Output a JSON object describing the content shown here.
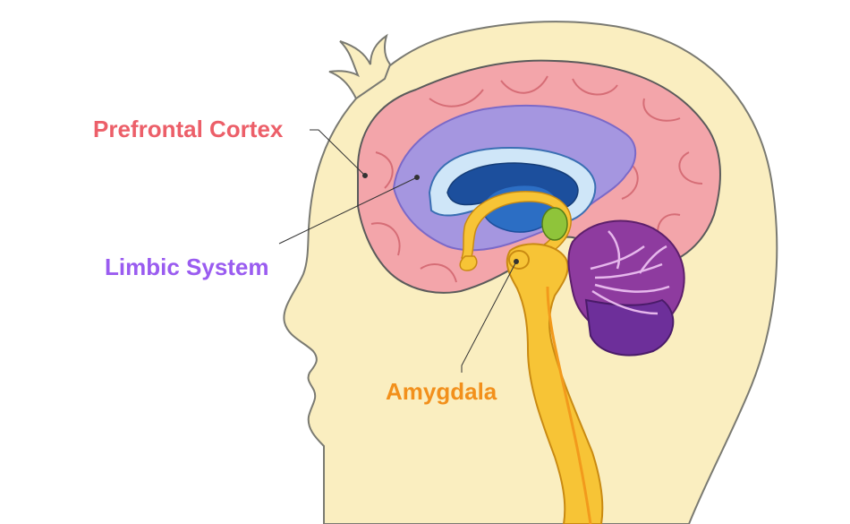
{
  "labels": {
    "prefrontal_cortex": "Prefrontal Cortex",
    "limbic_system": "Limbic System",
    "amygdala": "Amygdala"
  },
  "colors": {
    "prefrontal_label": "#ec5f69",
    "limbic_label": "#9a5cf0",
    "amygdala_label": "#f2901c",
    "head_fill": "#faeec0",
    "cortex_fill": "#f3a5aa",
    "limbic_fill": "#a596e0",
    "cerebellum_fill": "#8e3b9f",
    "brainstem_fill": "#f7c436",
    "ventricle_fill": "#1c4f9d"
  }
}
